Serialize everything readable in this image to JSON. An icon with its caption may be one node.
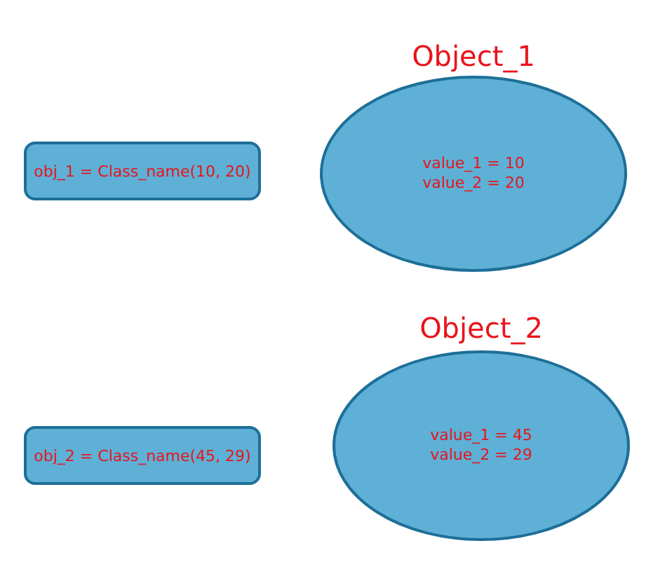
{
  "diagram": {
    "nodes": [
      {
        "text": [
          "obj_1 = Class_name(10, 20)"
        ]
      },
      {
        "text": [
          "Object_1",
          "value_1 = 10",
          "value_2 = 20"
        ]
      },
      {
        "text": [
          "obj_2 = Class_name(45, 29)"
        ]
      },
      {
        "text": [
          "Object_2",
          "value_1 = 45",
          "value_2 = 29"
        ]
      }
    ]
  }
}
